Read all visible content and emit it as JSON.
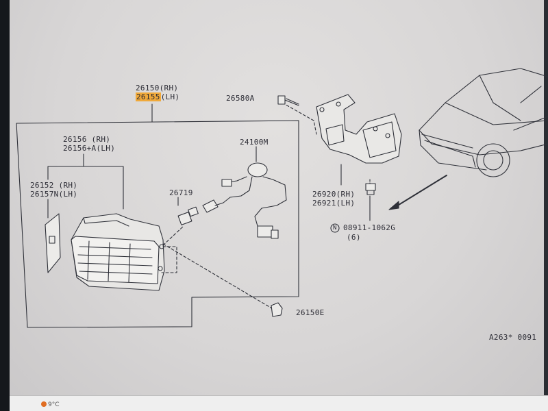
{
  "labels": {
    "assembly_rh": "26150(RH)",
    "assembly_lh_part": "26155",
    "assembly_lh_side": "(LH)",
    "lens_rh": "26156  (RH)",
    "lens_lh": "26156+A(LH)",
    "cover_rh": "26152 (RH)",
    "cover_lh": "26157N(LH)",
    "bulb": "26719",
    "harness": "24100M",
    "bolt": "26580A",
    "bracket_rh": "26920(RH)",
    "bracket_lh": "26921(LH)",
    "nut_code": "N",
    "nut": "08911-1062G",
    "nut_qty": "(6)",
    "clip": "26150E",
    "diagram_ref": "A263* 0091"
  },
  "taskbar": {
    "weather": "9°C"
  },
  "colors": {
    "highlight": "#f0a93a",
    "line": "#2e3038",
    "screen_bg": "#dedcdc"
  }
}
